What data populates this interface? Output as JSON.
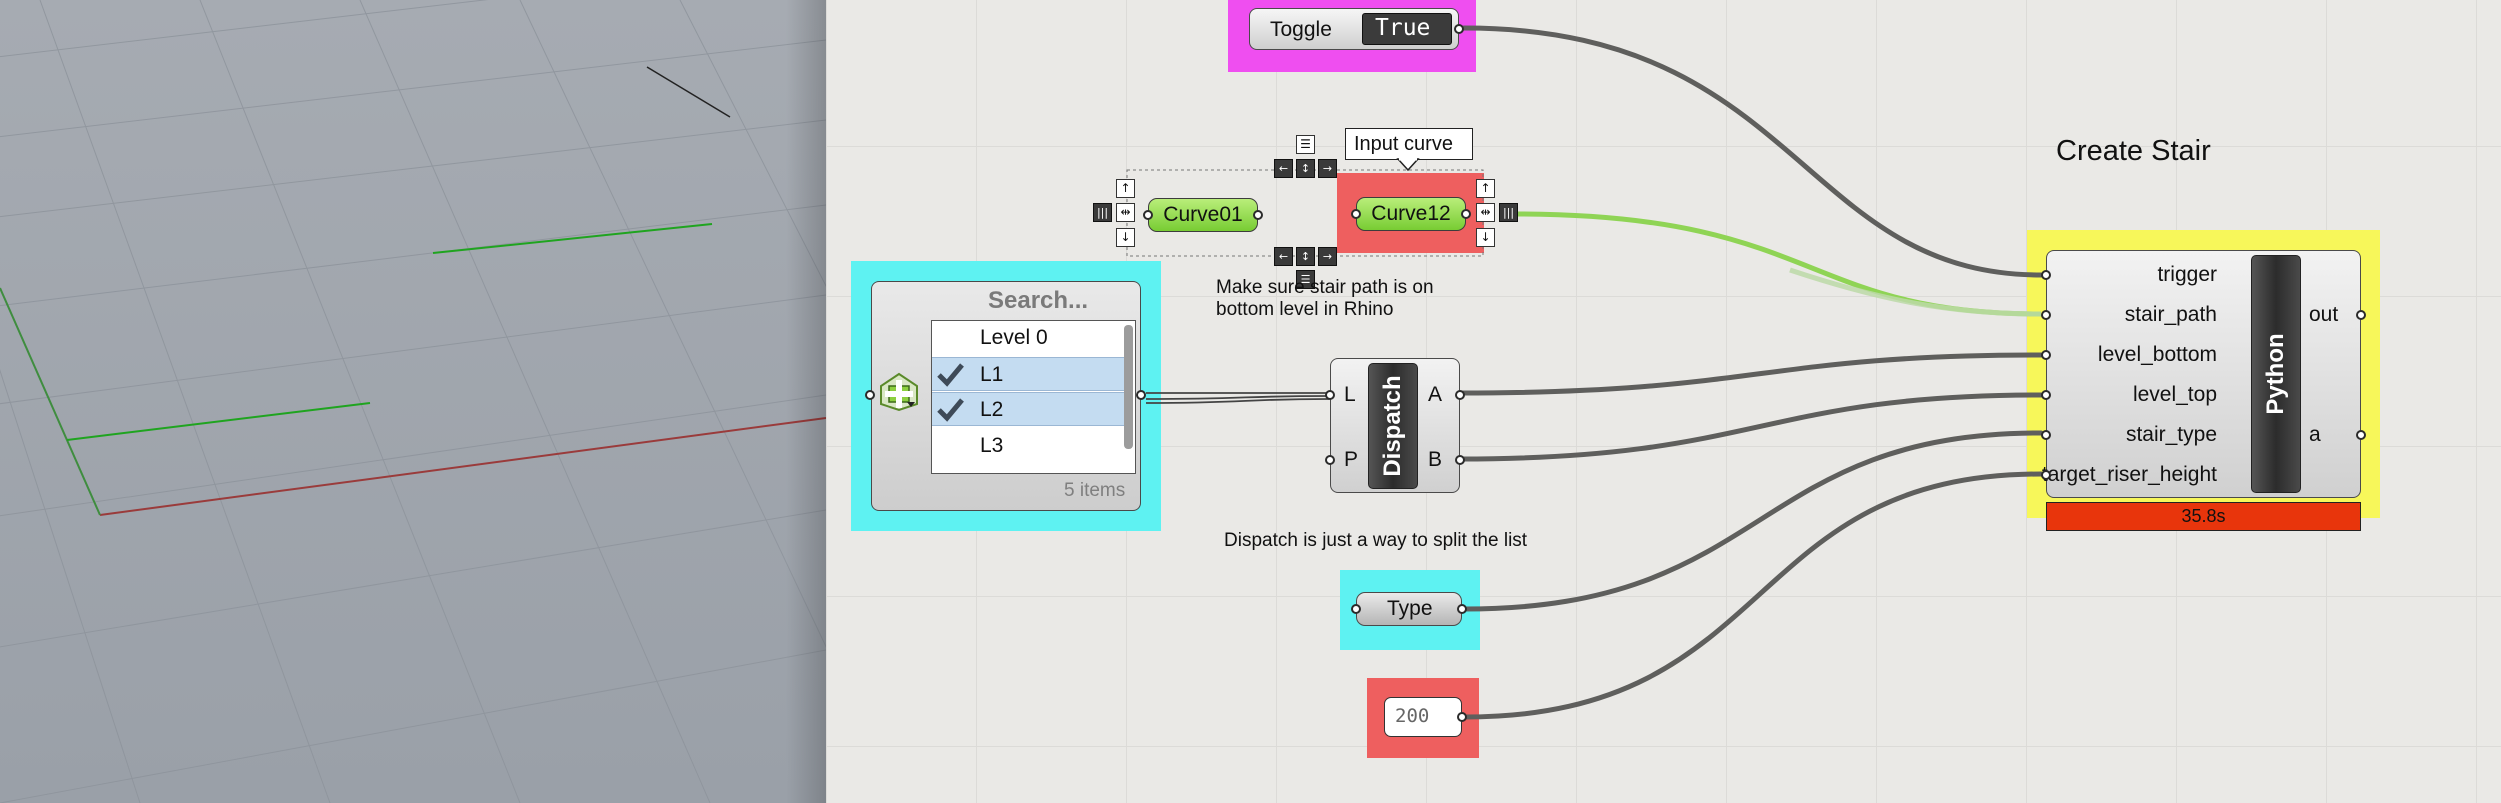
{
  "toggle": {
    "label": "Toggle",
    "value": "True"
  },
  "tooltip": {
    "text": "Input curve"
  },
  "curve_params": [
    {
      "label": "Curve01"
    },
    {
      "label": "Curve12"
    }
  ],
  "notes": {
    "stair_path": "Make sure stair path is on bottom level in Rhino",
    "dispatch": "Dispatch is just a way to split the list"
  },
  "value_list": {
    "search": "Search...",
    "items": [
      {
        "label": "Level 0",
        "checked": false
      },
      {
        "label": "L1",
        "checked": true
      },
      {
        "label": "L2",
        "checked": true
      },
      {
        "label": "L3",
        "checked": false
      }
    ],
    "count": "5 items"
  },
  "dispatch": {
    "name": "Dispatch",
    "inputs": [
      "L",
      "P"
    ],
    "outputs": [
      "A",
      "B"
    ]
  },
  "type_param": {
    "label": "Type"
  },
  "number_panel": {
    "value": "200"
  },
  "python": {
    "group_title": "Create Stair",
    "name": "Python",
    "inputs": [
      "trigger",
      "stair_path",
      "level_bottom",
      "level_top",
      "stair_type",
      "target_riser_height"
    ],
    "outputs": [
      "out",
      "a"
    ],
    "runtime": "35.8s"
  },
  "colors": {
    "group_magenta": "#ef4ef0",
    "group_cyan": "#5ef2f2",
    "group_salmon": "#ee5f5f",
    "group_yellow": "#f7f75a",
    "param_green": "#8fdc45",
    "runtime_red": "#e8350c",
    "wire": "#5f5f5d",
    "wire_selected": "#8fd455"
  }
}
